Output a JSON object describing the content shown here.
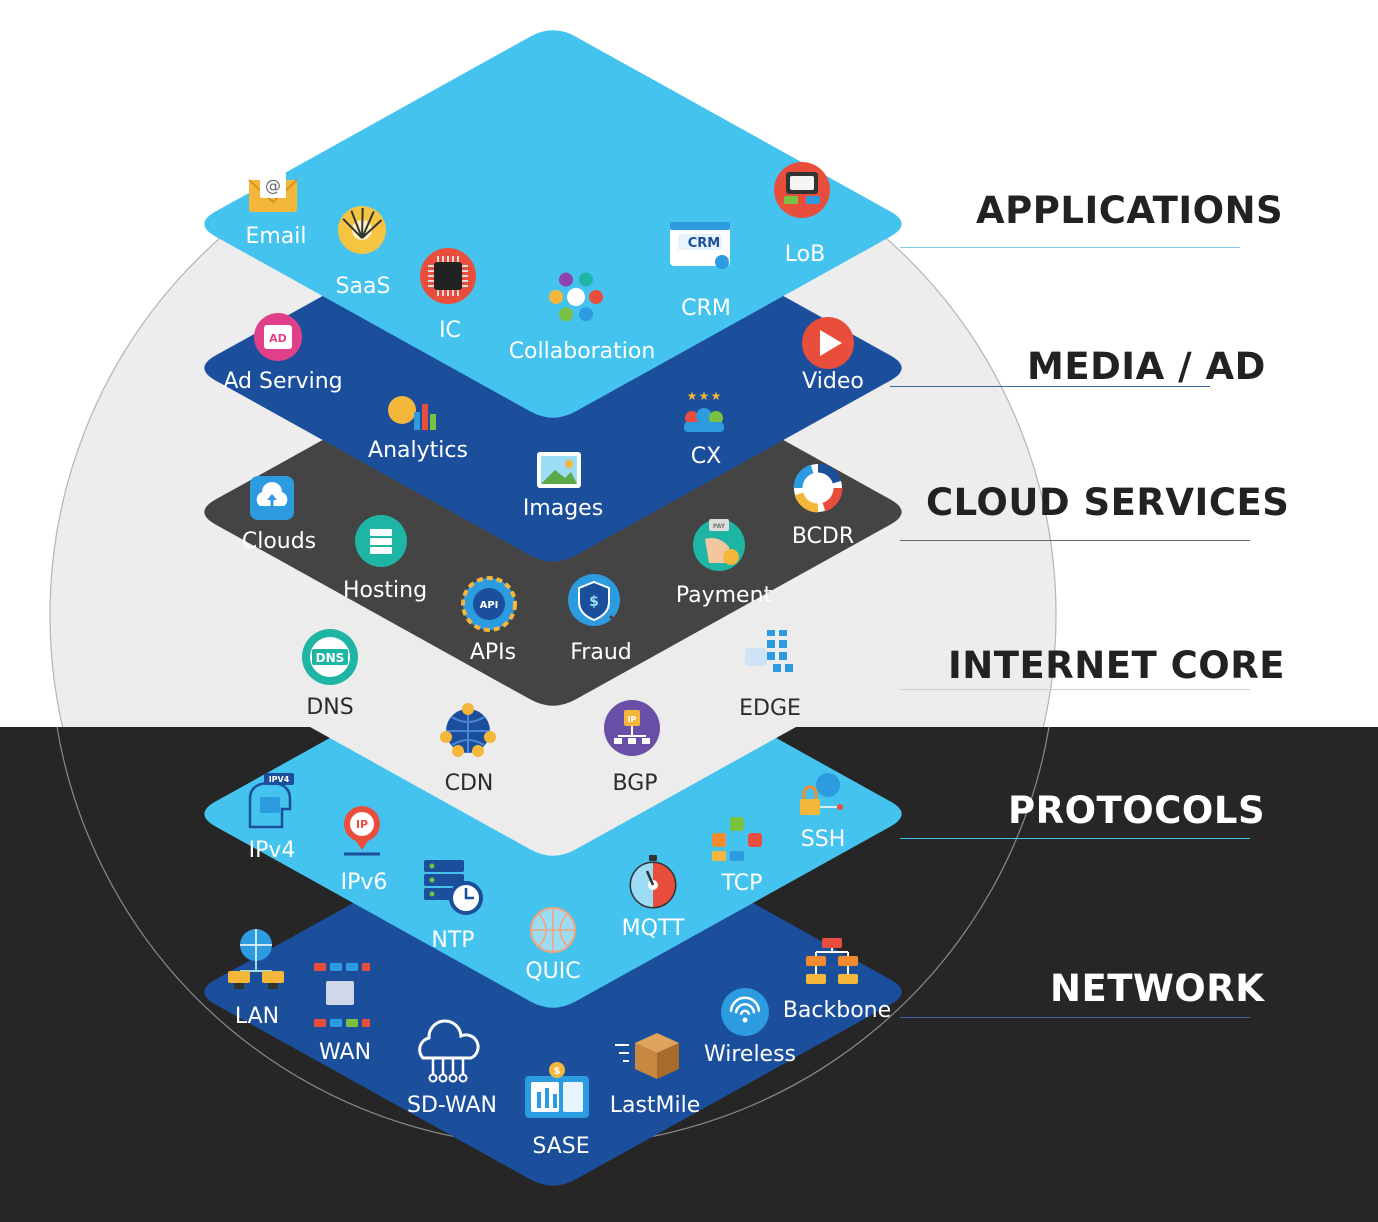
{
  "layers": [
    {
      "title": "APPLICATIONS",
      "color": "#45c3ef",
      "items": [
        {
          "label": "Email",
          "icon": "email-icon"
        },
        {
          "label": "SaaS",
          "icon": "saas-icon"
        },
        {
          "label": "IC",
          "icon": "chip-icon"
        },
        {
          "label": "Collaboration",
          "icon": "collaboration-icon"
        },
        {
          "label": "CRM",
          "icon": "crm-icon"
        },
        {
          "label": "LoB",
          "icon": "lob-icon"
        }
      ]
    },
    {
      "title": "MEDIA / AD",
      "color": "#1b4f9c",
      "items": [
        {
          "label": "Ad Serving",
          "icon": "ad-serving-icon"
        },
        {
          "label": "Analytics",
          "icon": "analytics-icon"
        },
        {
          "label": "Images",
          "icon": "images-icon"
        },
        {
          "label": "CX",
          "icon": "cx-icon"
        },
        {
          "label": "Video",
          "icon": "video-icon"
        }
      ]
    },
    {
      "title": "CLOUD SERVICES",
      "color": "#444444",
      "items": [
        {
          "label": "Clouds",
          "icon": "cloud-upload-icon"
        },
        {
          "label": "Hosting",
          "icon": "hosting-icon"
        },
        {
          "label": "APIs",
          "icon": "api-icon"
        },
        {
          "label": "Fraud",
          "icon": "fraud-shield-icon"
        },
        {
          "label": "Payment",
          "icon": "payment-icon"
        },
        {
          "label": "BCDR",
          "icon": "bcdr-icon"
        }
      ]
    },
    {
      "title": "INTERNET CORE",
      "color": "#ececec",
      "items": [
        {
          "label": "DNS",
          "icon": "dns-icon"
        },
        {
          "label": "CDN",
          "icon": "cdn-icon"
        },
        {
          "label": "BGP",
          "icon": "bgp-icon"
        },
        {
          "label": "EDGE",
          "icon": "edge-icon"
        }
      ]
    },
    {
      "title": "PROTOCOLS",
      "color": "#45c3ef",
      "items": [
        {
          "label": "IPv4",
          "icon": "ipv4-icon"
        },
        {
          "label": "IPv6",
          "icon": "ipv6-icon"
        },
        {
          "label": "NTP",
          "icon": "ntp-icon"
        },
        {
          "label": "QUIC",
          "icon": "quic-icon"
        },
        {
          "label": "MQTT",
          "icon": "mqtt-icon"
        },
        {
          "label": "TCP",
          "icon": "tcp-icon"
        },
        {
          "label": "SSH",
          "icon": "ssh-icon"
        }
      ]
    },
    {
      "title": "NETWORK",
      "color": "#1b4f9c",
      "items": [
        {
          "label": "LAN",
          "icon": "lan-icon"
        },
        {
          "label": "WAN",
          "icon": "wan-icon"
        },
        {
          "label": "SD-WAN",
          "icon": "sd-wan-icon"
        },
        {
          "label": "SASE",
          "icon": "sase-icon"
        },
        {
          "label": "LastMile",
          "icon": "lastmile-icon"
        },
        {
          "label": "Wireless",
          "icon": "wireless-icon"
        },
        {
          "label": "Backbone",
          "icon": "backbone-icon"
        }
      ]
    }
  ]
}
